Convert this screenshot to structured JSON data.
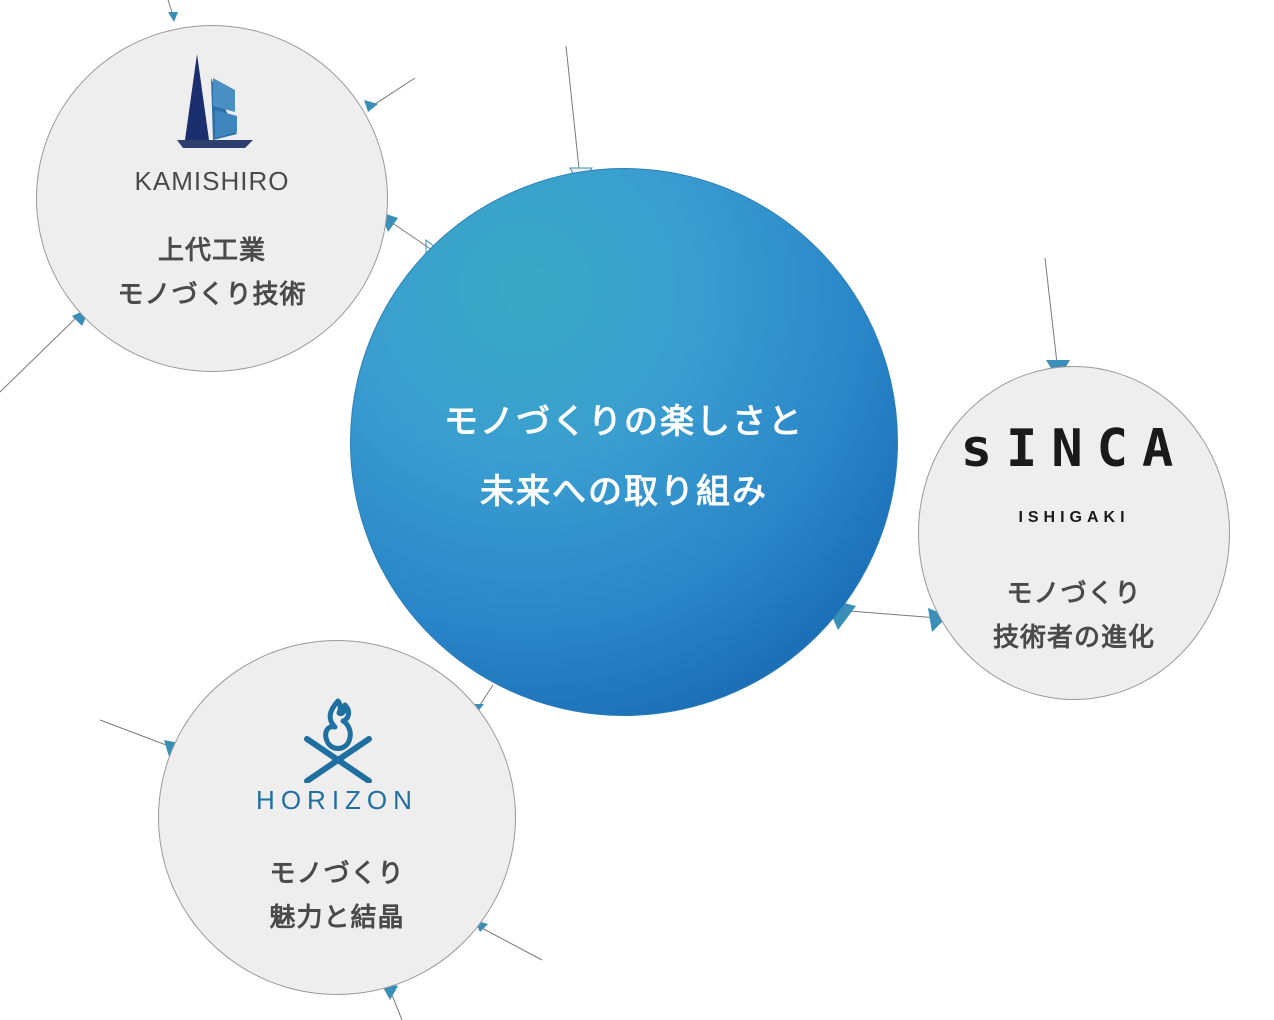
{
  "hub": {
    "line1": "モノづくりの楽しさと",
    "line2": "未来への取り組み"
  },
  "nodes": {
    "kamishiro": {
      "logo_text": "KAMISHIRO",
      "caption_line1": "上代工業",
      "caption_line2": "モノづくり技術"
    },
    "sinca": {
      "logo_text": "sINCA",
      "logo_sub": "ISHIGAKI",
      "caption_line1": "モノづくり",
      "caption_line2": "技術者の進化"
    },
    "horizon": {
      "logo_text": "HORIZON",
      "caption_line1": "モノづくり",
      "caption_line2": "魅力と結晶"
    }
  },
  "colors": {
    "accent": "#3a8fb8",
    "hub_start": "#38a9c3",
    "hub_end": "#0e58a6",
    "satellite_fill": "#eeeeee",
    "navy": "#1b2f6e"
  }
}
